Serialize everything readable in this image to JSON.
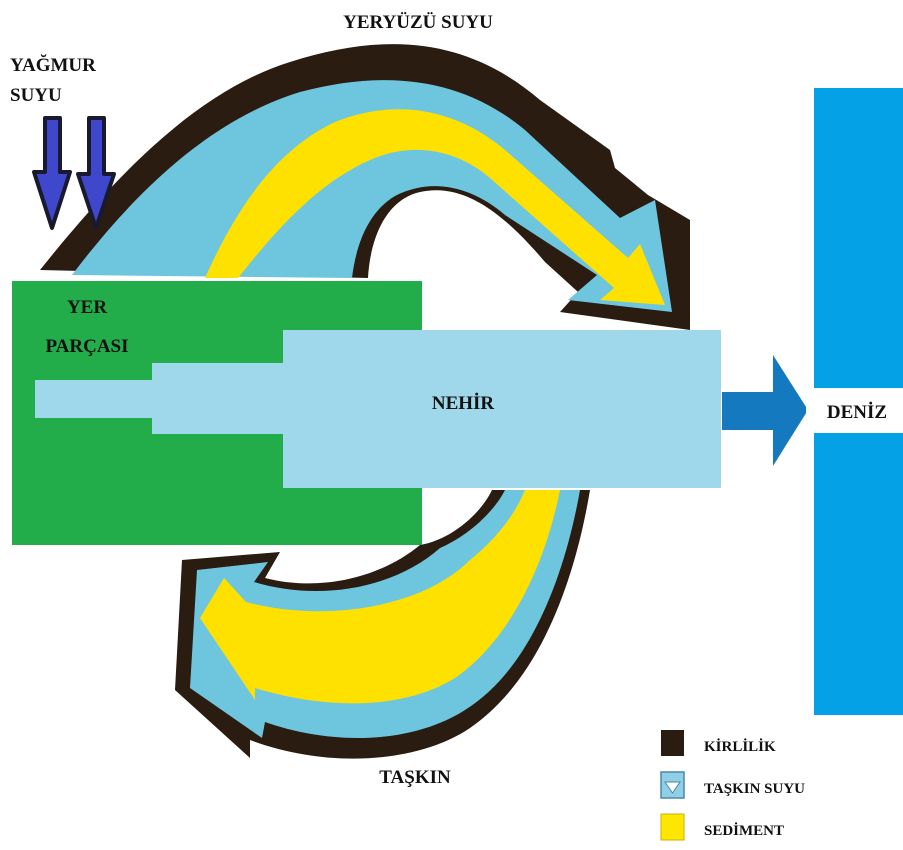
{
  "labels": {
    "surface_water": "YERYÜZÜ SUYU",
    "rain_water_line1": "YAĞMUR",
    "rain_water_line2": "SUYU",
    "land_line1": "YER",
    "land_line2": "PARÇASI",
    "river": "NEHİR",
    "sea": "DENİZ",
    "flood": "TAŞKIN"
  },
  "legend": [
    {
      "label": "KİRLİLİK",
      "color": "#2a1c10"
    },
    {
      "label": "TAŞKIN SUYU",
      "color": "#8fd0e6"
    },
    {
      "label": "SEDİMENT",
      "color": "#ffe600"
    }
  ],
  "colors": {
    "pollution": "#2a1c10",
    "flood_water": "#6ec6de",
    "sediment": "#ffe100",
    "land": "#22ad4a",
    "river": "#9fd8ea",
    "sea": "#05a1e6",
    "rain_arrow": "#3f48cc",
    "river_arrow": "#1479bf"
  }
}
